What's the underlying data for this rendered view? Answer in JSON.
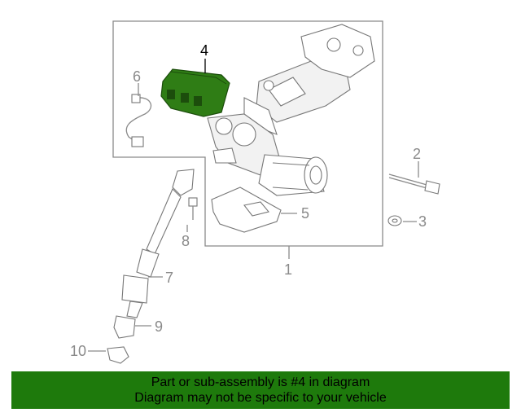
{
  "diagram": {
    "callouts": {
      "c1": "1",
      "c2": "2",
      "c3": "3",
      "c4": "4",
      "c5": "5",
      "c6": "6",
      "c7": "7",
      "c8": "8",
      "c9": "9",
      "c10": "10"
    },
    "highlight_part": "4",
    "highlight_color": "#2f7d15",
    "line_color": "#8a8a8a"
  },
  "banner": {
    "line1": "Part or sub-assembly is #4 in diagram",
    "line2": "Diagram may not be specific to your vehicle",
    "background": "#1e7a0c"
  }
}
